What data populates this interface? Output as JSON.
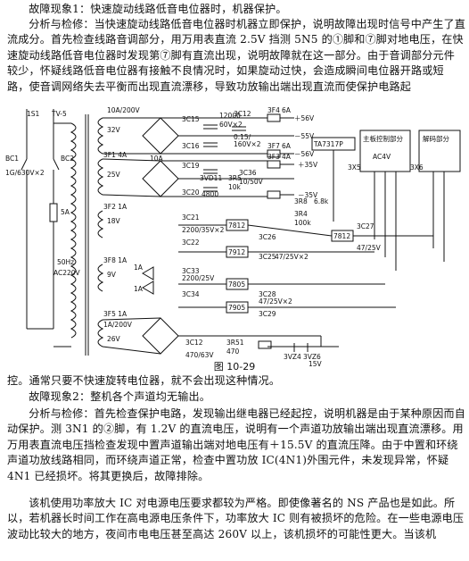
{
  "fault1": {
    "heading": "故障现象1：快速旋动线路低音电位器时，机器保护。",
    "analysis": "分析与检修：当快速旋动线路低音电位器时机器立即保护，说明故障出现时信号中产生了直流成分。首先检查线路音调部分，用万用表直流 2.5V 挡测 5N5 的①脚和⑦脚对地电压，在快速旋动线路低音电位器时发现第⑦脚有直流出现，说明故障就在这一部分。由于音调部分元件较少，怀疑线路低音电位器有接触不良情况时，如果旋动过快，会造成瞬间电位器开路或短路，使音调网络失去平衡而出现直流漂移，导致功放输出端出现直流而使保护电路起",
    "continuation": "控。通常只要不快速旋转电位器，就不会出现这种情况。"
  },
  "fault2": {
    "heading": "故障现象2：整机各个声道均无输出。",
    "analysis": "分析与检修：首先检查保护电路，发现输出继电器已经起控，说明机器是由于某种原因而自动保护。测 3N1 的②脚，有 1.2V 的直流电压，说明有一个声道功放输出端出现直流漂移。用万用表直流电压挡检查发现中置声道输出端对地电压有＋15.5V 的直流压降。由于中置和环绕声道功放线路相同，而环绕声道正常，检查中置功放 IC(4N1)外围元件，未发现异常，怀疑 4N1 已经损坏。将其更换后，故障排除。",
    "note": "该机使用功率放大 IC 对电源电压要求都较为严格。即使像著名的 NS 产品也是如此。所以，若机器长时间工作在高电源电压条件下，功率放大 IC 则有被损坏的危险。在一些电源电压波动比较大的地方，夜间市电电压甚至高达 260V 以上，该机损坏的可能性更大。当该机"
  },
  "figure": {
    "caption": "图  10-29",
    "labels": {
      "fuse_1s1": "1S1",
      "tv5": "TV-5",
      "bc1": "BC1",
      "bc1_rating": "1G/630V×2",
      "bc2": "BC2",
      "fuse_5a": "5A",
      "mains": "50Hz",
      "mains_v": "AC220V",
      "trans_10a": "10A/200V",
      "v32a": "32V",
      "v25a": "25V",
      "v18": "18V",
      "v9": "9V",
      "v26": "26V",
      "fuse_3f1": "3F1  4A",
      "fuse_3f2": "3F2  1A",
      "fuse_3f8": "3F8  1A",
      "fuse_3f5": "3F5  1A",
      "sw_1a200v": "1A/200V",
      "cap_3c15": "3C15",
      "cap_3c16": "3C16",
      "cap_3c12": "3C12",
      "cap_12000": "12000",
      "cap_60v": "60V×2",
      "cap_015": "0.15/",
      "cap_160v": "160V×2",
      "cap_3c19": "3C19",
      "cap_3c20": "3C20",
      "diode_3vd11": "3VD11",
      "cap_4800": "4800",
      "res_3r5": "3R5",
      "res_10k": "10k",
      "cap_3c36": "3C36",
      "cap_10_50": "10/50V",
      "fuse_3f4": "3F4",
      "fuse_6a1": "6A",
      "fuse_3f7": "3F7",
      "fuse_6a2": "6A",
      "fuse_3f3": "3F3",
      "fuse_4a": "4A",
      "rail_p56": "＋56V",
      "rail_n55": "－55V",
      "rail_n56": "－56V",
      "rail_p35": "＋35V",
      "rail_n35": "－35V",
      "ic_ta7317p": "TA7317P",
      "res_3r8": "3R8",
      "res_68k": "6.8k",
      "res_3r4": "3R4",
      "res_100k": "100k",
      "box_main": "主板控制部分",
      "box_ac": "AC4V",
      "box_decode": "解码部分",
      "conn_3x5": "3X5",
      "conn_3x6": "3X6",
      "reg_7812": "7812",
      "reg_7912": "7912",
      "reg_7805": "7805",
      "reg_7905": "7905",
      "cap_3c21": "3C21",
      "cap_2200_35": "2200/35V×2",
      "cap_3c22": "3C22",
      "cap_3c26": "3C26",
      "cap_3c27": "3C27",
      "cap_47_25": "47/25V",
      "cap_3c25": "3C25",
      "cap_47_25x2": "47/25V×2",
      "cap_3c28": "3C28",
      "cap_47_25x2b": "47/25V×2",
      "cap_3c29": "3C29",
      "cap_3c33": "3C33",
      "cap_3c34": "3C34",
      "cap_2200_25": "2200/25V",
      "reg_3n2": "7812",
      "cap_3c12b": "3C12",
      "cap_470_63": "470/63V",
      "res_3r51": "3R51",
      "res_470": "470",
      "zd_3vz4": "3VZ4",
      "zd_3vz6": "3VZ6",
      "zd_15v": "15V",
      "label_a1": "1A",
      "label_a2": "1A",
      "label_10a": "10A"
    }
  }
}
